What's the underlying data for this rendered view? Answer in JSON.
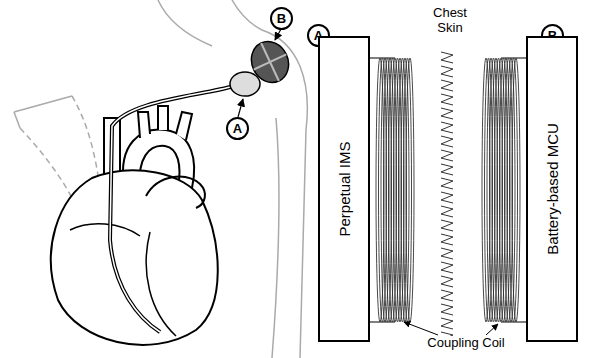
{
  "diagram": {
    "nodes": [
      {
        "text": [
          "B"
        ]
      },
      {
        "text": [
          "A"
        ]
      },
      {
        "text": [
          "A"
        ]
      },
      {
        "text": [
          "Perpetual IMS"
        ]
      },
      {
        "text": [
          "B"
        ]
      },
      {
        "text": [
          "Battery-based MCU"
        ]
      }
    ],
    "labels": [
      "Chest Skin",
      "Coupling Coil"
    ]
  }
}
